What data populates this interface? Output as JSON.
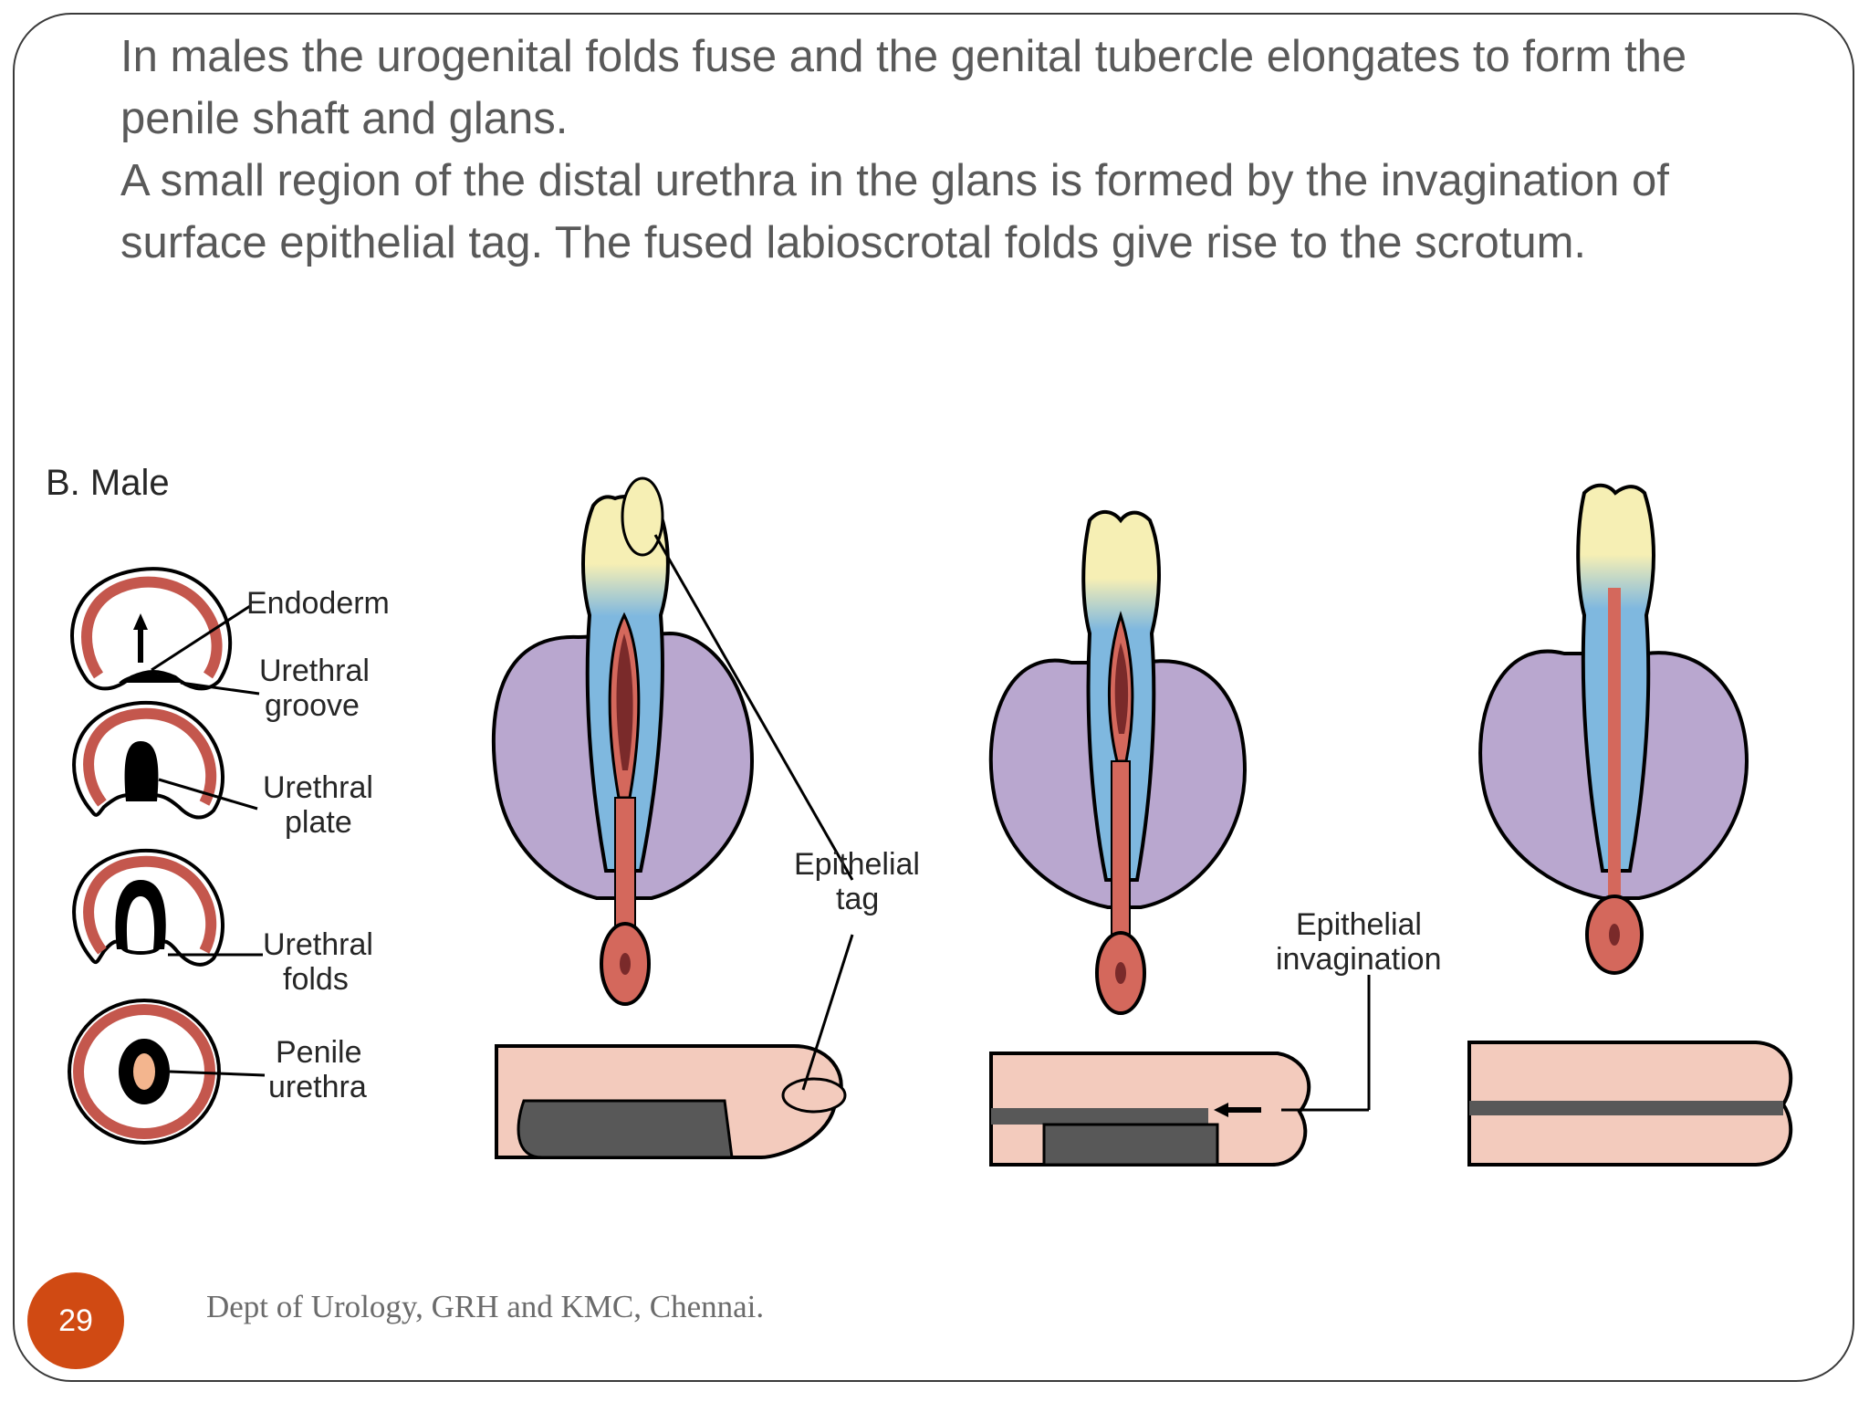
{
  "slide": {
    "paragraphs": [
      "In males the urogenital folds fuse and the genital tubercle elongates to form the penile shaft and glans.",
      "A small region of the distal urethra in the glans is formed by the invagination of surface epithelial tag. The fused labioscrotal folds give rise to the scrotum."
    ],
    "slide_number": "29",
    "footer": "Dept of Urology, GRH and KMC, Chennai."
  },
  "figure": {
    "panel_title": "B. Male",
    "labels": {
      "endoderm": "Endoderm",
      "urethral_groove": [
        "Urethral",
        "groove"
      ],
      "urethral_plate": [
        "Urethral",
        "plate"
      ],
      "urethral_folds": [
        "Urethral",
        "folds"
      ],
      "penile_urethra": [
        "Penile",
        "urethra"
      ],
      "epithelial_tag": [
        "Epithelial",
        "tag"
      ],
      "epithelial_invagination": [
        "Epithelial",
        "invagination"
      ]
    },
    "colors": {
      "scrotum": "#b9a7cf",
      "shaft": "#7fb8df",
      "glans": "#f6efb4",
      "urethra": "#d4685c",
      "urethra_dark": "#7a2a2a",
      "skin": "#f3cbbd",
      "dark_tissue": "#585858",
      "accent": "#d04a13"
    }
  }
}
